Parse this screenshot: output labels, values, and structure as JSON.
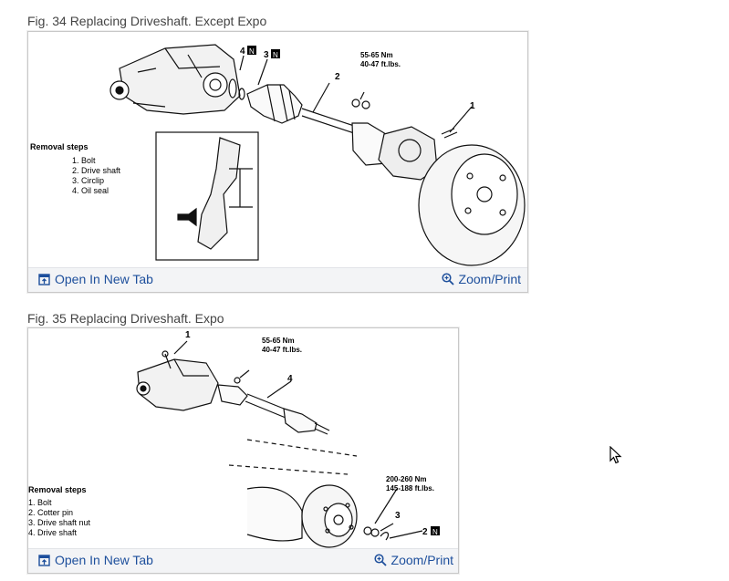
{
  "figures": [
    {
      "caption": "Fig. 34 Replacing Driveshaft. Except Expo",
      "open_label": "Open In New Tab",
      "zoom_label": "Zoom/Print",
      "callouts": {
        "c1": "1",
        "c2": "2",
        "c3": "3",
        "c4": "4",
        "n_badge": "N",
        "torque_nm": "55-65 Nm",
        "torque_ftlb": "40-47 ft.lbs."
      },
      "steps_title": "Removal steps",
      "steps": [
        "1. Bolt",
        "2. Drive shaft",
        "3. Circlip",
        "4. Oil seal"
      ]
    },
    {
      "caption": "Fig. 35 Replacing Driveshaft. Expo",
      "open_label": "Open In New Tab",
      "zoom_label": "Zoom/Print",
      "callouts": {
        "c1": "1",
        "c2": "2",
        "c3": "3",
        "c4": "4",
        "n_badge": "N",
        "torque_nm": "55-65 Nm",
        "torque_ftlb": "40-47 ft.lbs.",
        "torque2_nm": "200-260 Nm",
        "torque2_ftlb": "145-188 ft.lbs."
      },
      "steps_title": "Removal steps",
      "steps": [
        "1. Bolt",
        "2. Cotter pin",
        "3. Drive shaft nut",
        "4. Drive shaft"
      ]
    }
  ],
  "colors": {
    "link": "#1d4f9c",
    "footer_bg": "#f3f4f6",
    "border": "#c8c8c8"
  },
  "icons": {
    "open": "open-in-new-tab-icon",
    "zoom": "zoom-icon",
    "cursor": "mouse-pointer-icon"
  }
}
